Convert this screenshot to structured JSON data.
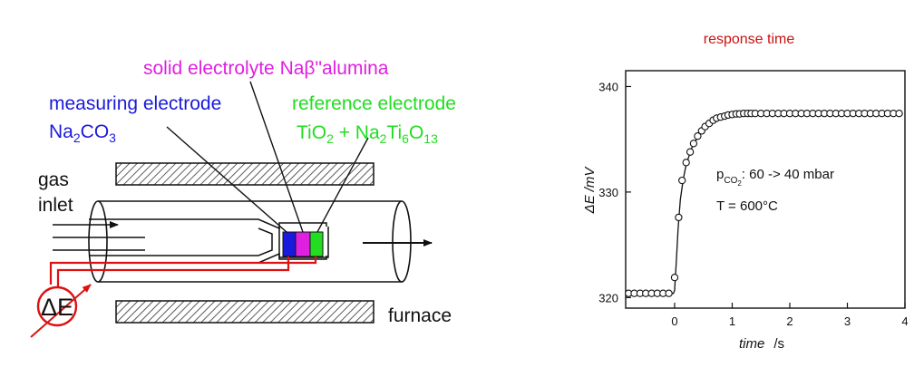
{
  "diagram": {
    "labels": {
      "solid_electrolyte": "solid electrolyte Naβ\"alumina",
      "measuring_electrode": "measuring electrode",
      "measuring_formula_a": "Na",
      "measuring_formula_sub1": "2",
      "measuring_formula_b": "CO",
      "measuring_formula_sub2": "3",
      "reference_electrode": "reference electrode",
      "reference_formula_a": "TiO",
      "reference_formula_sub1": "2",
      "reference_formula_b": " + Na",
      "reference_formula_sub2": "2",
      "reference_formula_c": "Ti",
      "reference_formula_sub3": "6",
      "reference_formula_d": "O",
      "reference_formula_sub4": "13",
      "gas": "gas",
      "inlet": "inlet",
      "furnace": "furnace",
      "delta_e": "ΔE"
    },
    "colors": {
      "solid_electrolyte": "#e020e0",
      "measuring_electrode": "#1a1adc",
      "reference_electrode": "#22dd22",
      "wire": "#dd1111",
      "outline": "#111111"
    }
  },
  "chart_data": {
    "type": "scatter",
    "title": "response time",
    "title_color": "#cc1111",
    "xlabel_italic": "time",
    "xlabel_unit": "/s",
    "ylabel_italic": "ΔE",
    "ylabel_unit": "/mV",
    "xlim": [
      -0.85,
      4.0
    ],
    "ylim": [
      319.0,
      341.5
    ],
    "xticks": [
      0,
      1,
      2,
      3,
      4
    ],
    "yticks": [
      320,
      330,
      340
    ],
    "grid": false,
    "annotation_p": "p",
    "annotation_p_sub": "CO",
    "annotation_p_subsub": "2",
    "annotation_p_rest": ": 60 -> 40 mbar",
    "annotation_t": "T = 600°C",
    "series": [
      {
        "marker": "open-circle",
        "x": [
          -0.8,
          -0.7,
          -0.6,
          -0.5,
          -0.4,
          -0.3,
          -0.2,
          -0.1,
          0.0,
          0.07,
          0.13,
          0.2,
          0.27,
          0.33,
          0.4,
          0.47,
          0.53,
          0.6,
          0.67,
          0.73,
          0.8,
          0.87,
          0.93,
          1.0,
          1.07,
          1.13,
          1.2,
          1.27,
          1.33,
          1.4,
          1.5,
          1.6,
          1.7,
          1.8,
          1.9,
          2.0,
          2.1,
          2.2,
          2.3,
          2.4,
          2.5,
          2.6,
          2.7,
          2.8,
          2.9,
          3.0,
          3.1,
          3.2,
          3.3,
          3.4,
          3.5,
          3.6,
          3.7,
          3.8,
          3.9
        ],
        "y": [
          320.4,
          320.4,
          320.4,
          320.4,
          320.4,
          320.4,
          320.4,
          320.4,
          321.9,
          327.6,
          331.1,
          332.8,
          333.8,
          334.6,
          335.3,
          335.8,
          336.2,
          336.5,
          336.8,
          337.0,
          337.1,
          337.2,
          337.3,
          337.35,
          337.4,
          337.4,
          337.45,
          337.45,
          337.45,
          337.45,
          337.45,
          337.45,
          337.45,
          337.45,
          337.45,
          337.45,
          337.45,
          337.45,
          337.45,
          337.45,
          337.45,
          337.45,
          337.45,
          337.45,
          337.45,
          337.45,
          337.45,
          337.45,
          337.45,
          337.45,
          337.45,
          337.45,
          337.45,
          337.45,
          337.45
        ]
      }
    ],
    "fit_line": {
      "x": [
        -0.8,
        -0.02,
        0.0,
        0.03,
        0.06,
        0.1,
        0.15,
        0.2,
        0.3,
        0.4,
        0.5,
        0.6,
        0.7,
        0.8,
        0.9,
        1.0,
        1.2,
        1.4,
        1.6,
        2.0,
        2.5,
        3.0,
        3.5,
        3.95
      ],
      "y": [
        320.4,
        320.4,
        320.7,
        323.5,
        326.5,
        329.3,
        331.2,
        332.6,
        334.2,
        335.2,
        335.9,
        336.4,
        336.8,
        337.05,
        337.2,
        337.3,
        337.4,
        337.45,
        337.45,
        337.45,
        337.45,
        337.45,
        337.45,
        337.45
      ]
    }
  }
}
